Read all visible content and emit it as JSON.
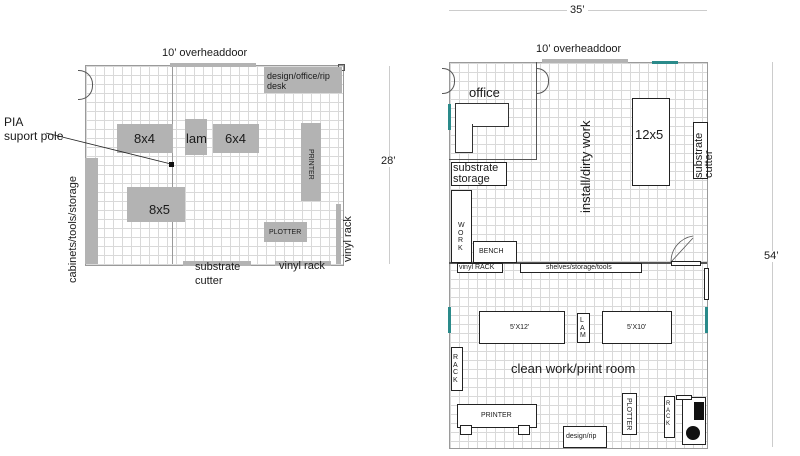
{
  "left_plan": {
    "title": "10’ overheaddoor",
    "labels": {
      "desk": "design/office/rip\ndesk",
      "pole": "PIA\nsuport pole",
      "b8x4": "8x4",
      "lam": "lam",
      "b6x4": "6x4",
      "b8x5": "8x5",
      "printer": "PRINTER",
      "plotter": "PLOTTER",
      "vinyl_rack_side": "vinyl rack",
      "vinyl_rack_bottom": "vinyl rack",
      "substrate_cutter": "substrate\ncutter",
      "cabinets": "cabinets/tools/storage",
      "dim_28": "28’"
    }
  },
  "right_plan": {
    "title": "10’ overheaddoor",
    "labels": {
      "dim_35": "35’",
      "dim_54": "54’",
      "office": "office",
      "install": "install/dirty work",
      "b12x5": "12x5",
      "substrate_cutter": "substrate\ncutter",
      "substrate_storage": "substrate\nstorage",
      "work": "W\nO\nR\nK",
      "bench": "BENCH",
      "vinyl_rack": "vinyl RACK",
      "shelves": "shelves/storage/tools",
      "b5x12": "5’X12’",
      "lam": "L\nA\nM",
      "b5x10": "5’X10’",
      "rack": "R\nA\nC\nK",
      "clean_room": "clean work/print room",
      "printer": "PRINTER",
      "plotter": "PLOTTER",
      "rack2": "R\nA\nC\nK",
      "design": "design/rip"
    }
  },
  "colors": {
    "equipment": "#b3b3b3",
    "window": "#2a8a8a",
    "grid": "#d9d9d9"
  }
}
